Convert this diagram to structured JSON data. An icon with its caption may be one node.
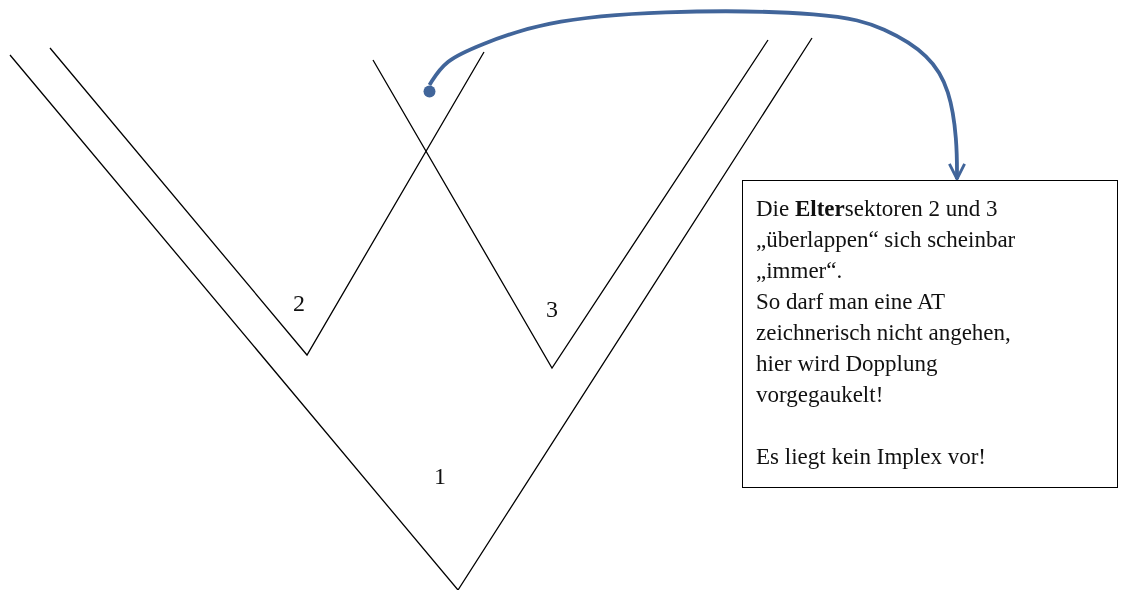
{
  "diagram": {
    "nodes": [
      {
        "text": [],
        "shape": "circle"
      },
      {
        "text": [
          "Die **Elter**sektoren 2 und 3 „überlappen“ sich scheinbar „immer“.",
          "So darf man eine AT zeichnerisch nicht angehen, hier wird Dopplung vorgegaukelt!",
          "Es liegt kein Implex vor!"
        ]
      }
    ],
    "edges": [
      {
        "from": 0,
        "to": 1,
        "arrow": "to",
        "color": "#41659a"
      }
    ],
    "labels": [
      "2",
      "3",
      "1"
    ]
  }
}
